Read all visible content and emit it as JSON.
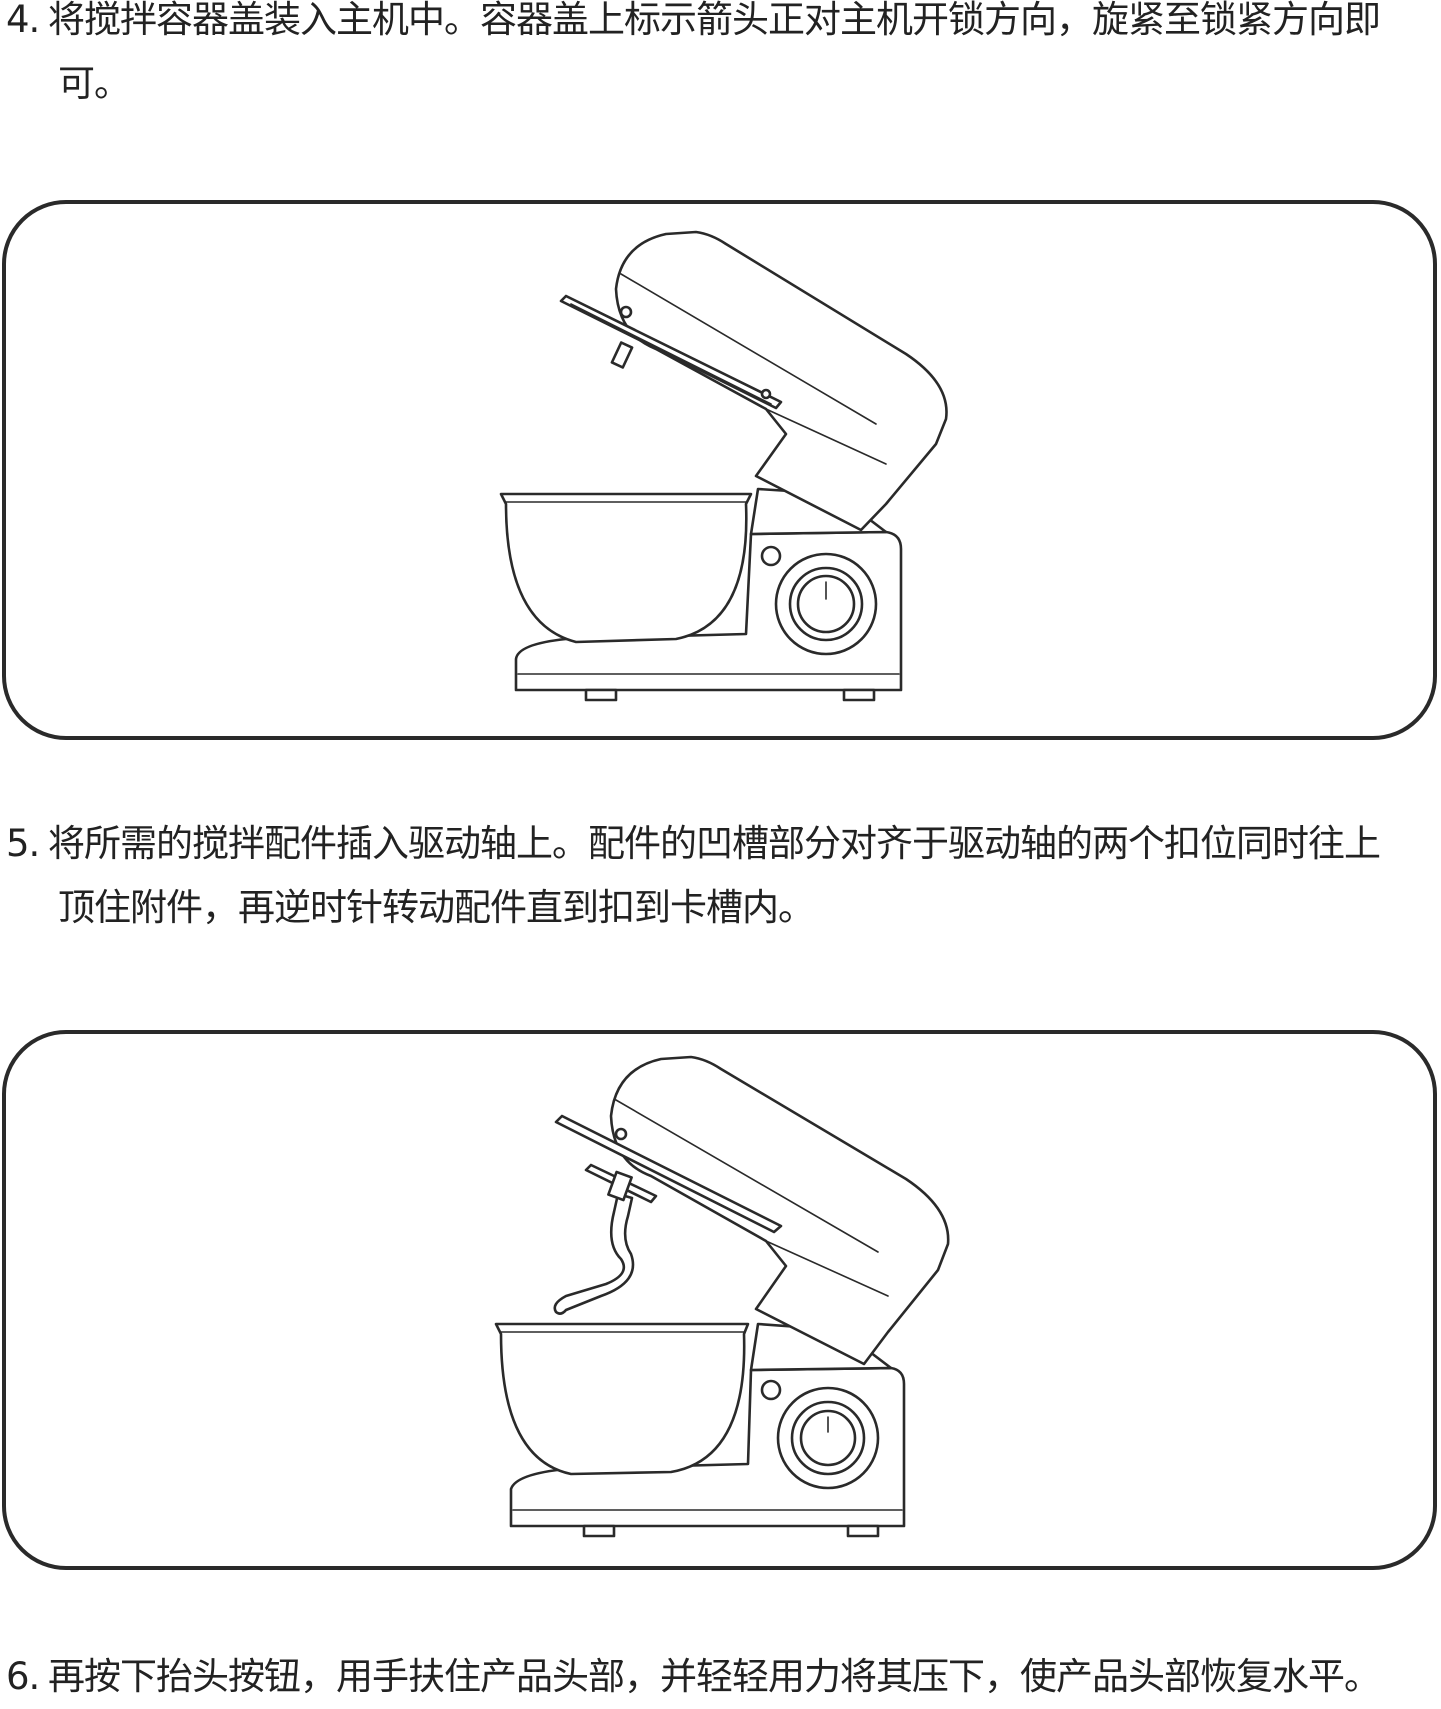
{
  "steps": [
    {
      "number": "4.",
      "line1": "将搅拌容器盖装入主机中。容器盖上标示箭头正对主机开锁方向，旋紧至锁紧方向即",
      "line2": "可。"
    },
    {
      "number": "5.",
      "line1": "将所需的搅拌配件插入驱动轴上。配件的凹槽部分对齐于驱动轴的两个扣位同时往上",
      "line2": "顶住附件，再逆时针转动配件直到扣到卡槽内。"
    },
    {
      "number": "6.",
      "line1": "再按下抬头按钮，用手扶住产品头部，并轻轻用力将其压下，使产品头部恢复水平。",
      "line2": ""
    }
  ],
  "illustrations": [
    {
      "icon": "stand-mixer-with-bowl-lid-icon",
      "attachment": "none"
    },
    {
      "icon": "stand-mixer-with-dough-hook-icon",
      "attachment": "dough-hook"
    }
  ],
  "colors": {
    "line": "#2a2a2a",
    "text": "#222222",
    "background": "#ffffff"
  }
}
